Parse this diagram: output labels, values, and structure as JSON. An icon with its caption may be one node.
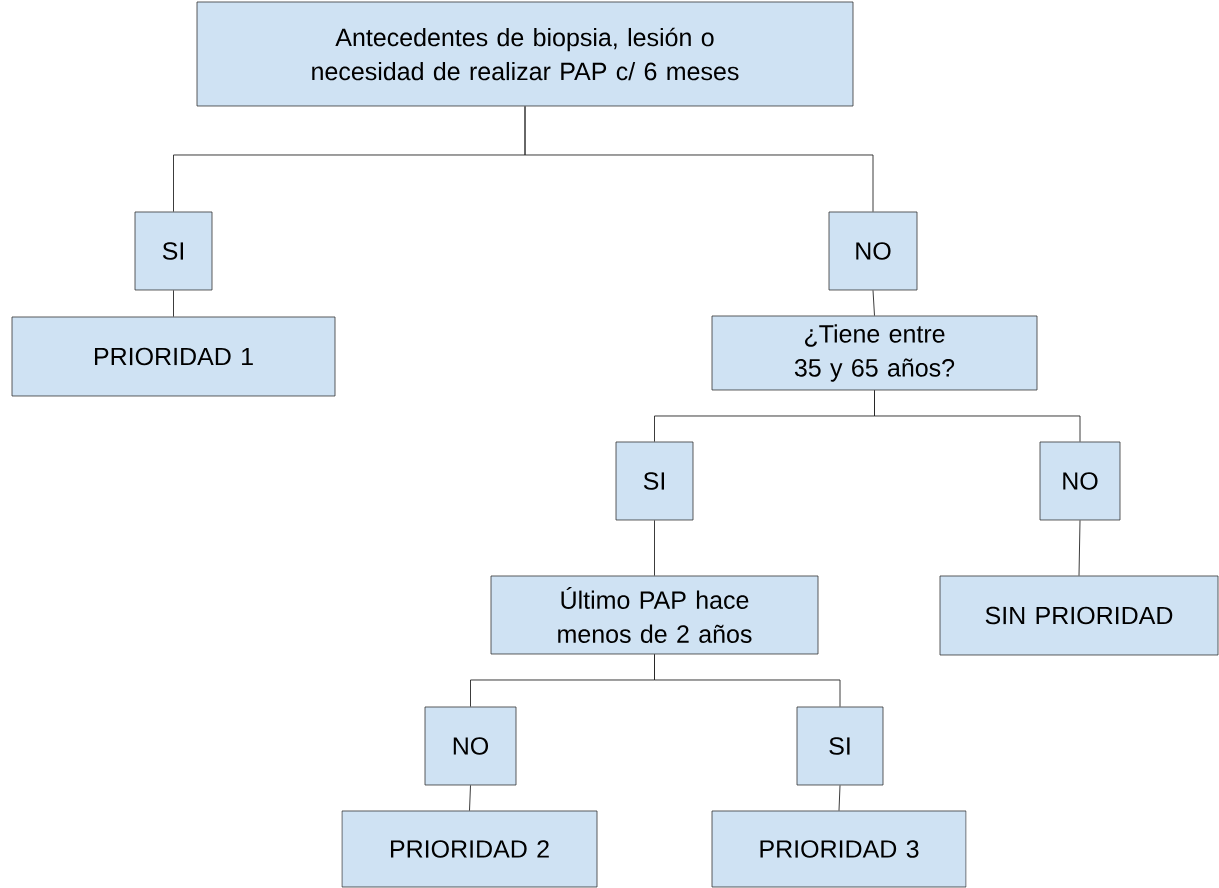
{
  "diagram": {
    "nodes": [
      {
        "text": [
          "Antecedentes de biopsia, lesión o necesidad de realizar PAP c/ 6 meses"
        ]
      },
      {
        "text": [
          "SI"
        ]
      },
      {
        "text": [
          "NO"
        ]
      },
      {
        "text": [
          "PRIORIDAD 1"
        ]
      },
      {
        "text": [
          "¿Tiene entre 35 y 65 años?"
        ]
      },
      {
        "text": [
          "SI"
        ]
      },
      {
        "text": [
          "NO"
        ]
      },
      {
        "text": [
          "Último PAP hace menos de 2 años"
        ]
      },
      {
        "text": [
          "SIN PRIORIDAD"
        ]
      },
      {
        "text": [
          "NO"
        ]
      },
      {
        "text": [
          "SI"
        ]
      },
      {
        "text": [
          "PRIORIDAD 2"
        ]
      },
      {
        "text": [
          "PRIORIDAD 3"
        ]
      }
    ],
    "edges": [
      {
        "from": 0,
        "to": 1,
        "arrow": "none"
      },
      {
        "from": 0,
        "to": 2,
        "arrow": "none"
      },
      {
        "from": 1,
        "to": 3,
        "arrow": "none"
      },
      {
        "from": 2,
        "to": 4,
        "arrow": "none"
      },
      {
        "from": 4,
        "to": 5,
        "arrow": "none"
      },
      {
        "from": 4,
        "to": 6,
        "arrow": "none"
      },
      {
        "from": 5,
        "to": 7,
        "arrow": "none"
      },
      {
        "from": 6,
        "to": 8,
        "arrow": "none"
      },
      {
        "from": 7,
        "to": 9,
        "arrow": "none"
      },
      {
        "from": 7,
        "to": 10,
        "arrow": "none"
      },
      {
        "from": 9,
        "to": 11,
        "arrow": "none"
      },
      {
        "from": 10,
        "to": 12,
        "arrow": "none"
      }
    ]
  }
}
